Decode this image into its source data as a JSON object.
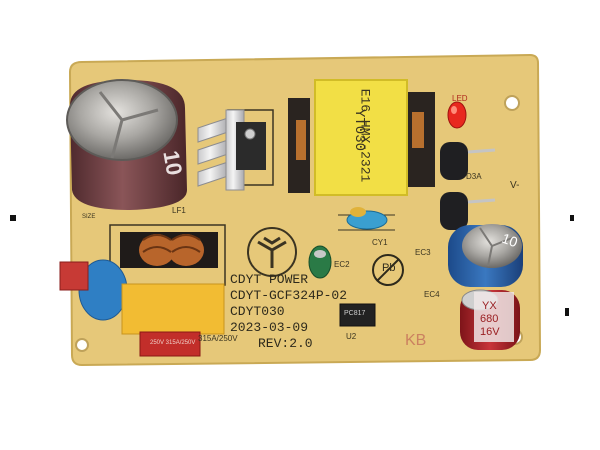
{
  "board": {
    "brand": "CDYT POWER",
    "model": "CDYT-GCF324P-02",
    "code": "CDYT030",
    "date": "2023-03-09",
    "revision": "REV:2.0",
    "corner_mark": "KB",
    "colors": {
      "pcb": "#e6c879",
      "pcb_edge": "#d2b364",
      "silkscreen": "#2e2a1c",
      "transformer": "#f2df45",
      "cap_blue": "#2f7fc4",
      "cap_red": "#b3262b",
      "cap_brown": "#6e3b3e",
      "led": "#e8281f"
    }
  },
  "labels": {
    "led": "LED",
    "lf1": "LF1",
    "cy1": "CY1",
    "ec2": "EC2",
    "ec3": "EC3",
    "ec4": "EC4",
    "u2": "U2",
    "d3a": "D3A",
    "v_minus": "V-",
    "fuse": "315A/250V",
    "optocoupler": "PC817",
    "recycle": "Pb"
  },
  "components": {
    "transformer_text": [
      "YT030",
      "E16 HMX-2321"
    ],
    "main_cap_text": "10",
    "ec3_text": "10",
    "ec4_text": [
      "YX",
      "680",
      "16V"
    ],
    "relay_text": "250V 315A/250V",
    "small_text": "SIZE"
  }
}
